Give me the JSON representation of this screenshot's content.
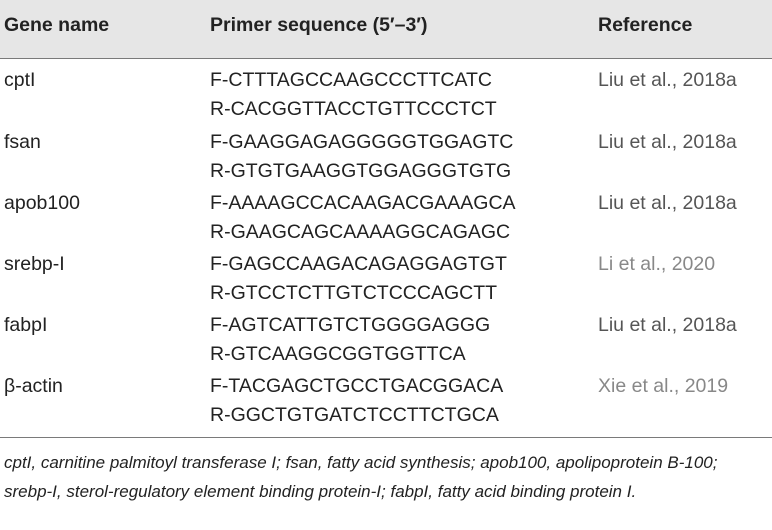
{
  "headers": {
    "gene": "Gene name",
    "primer": "Primer sequence (5′–3′)",
    "reference": "Reference"
  },
  "rows": [
    {
      "gene": "cptI",
      "forward": "F-CTTTAGCCAAGCCCTTCATC",
      "reverse": "R-CACGGTTACCTGTTCCCTCT",
      "reference": "Liu et al., 2018a"
    },
    {
      "gene": "fsan",
      "forward": "F-GAAGGAGAGGGGGTGGAGTC",
      "reverse": "R-GTGTGAAGGTGGAGGGTGTG",
      "reference": "Liu et al., 2018a"
    },
    {
      "gene": "apob100",
      "forward": "F-AAAAGCCACAAGACGAAAGCA",
      "reverse": "R-GAAGCAGCAAAAGGCAGAGC",
      "reference": "Liu et al., 2018a"
    },
    {
      "gene": "srebp-I",
      "forward": "F-GAGCCAAGACAGAGGAGTGT",
      "reverse": "R-GTCCTCTTGTCTCCCAGCTT",
      "reference": "Li et al., 2020"
    },
    {
      "gene": "fabpI",
      "forward": "F-AGTCATTGTCTGGGGAGGG",
      "reverse": "R-GTCAAGGCGGTGGTTCA",
      "reference": "Liu et al., 2018a"
    },
    {
      "gene": "β-actin",
      "forward": "F-TACGAGCTGCCTGACGGACA",
      "reverse": "R-GGCTGTGATCTCCTTCTGCA",
      "reference": "Xie et al., 2019"
    }
  ],
  "footnote": "cptI, carnitine palmitoyl transferase I; fsan, fatty acid synthesis; apob100, apolipoprotein B-100; srebp-I, sterol-regulatory element binding protein-I; fabpI, fatty acid binding protein I."
}
